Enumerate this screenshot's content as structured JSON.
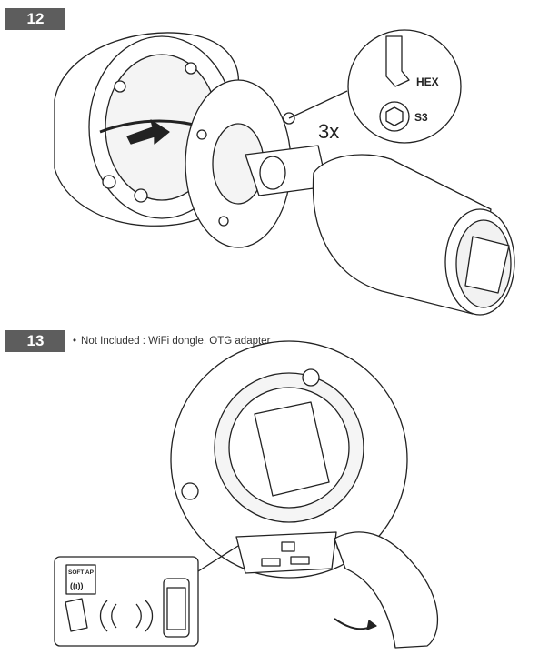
{
  "steps": [
    {
      "number": "12"
    },
    {
      "number": "13",
      "note_bullet": "•",
      "note": "Not Included : WiFi dongle, OTG adapter"
    }
  ],
  "callout": {
    "hex_label": "HEX",
    "socket_label": "S3",
    "quantity": "3x"
  },
  "inset": {
    "soft_ap_label": "SOFT AP",
    "wifi_symbol": "((ı))"
  }
}
